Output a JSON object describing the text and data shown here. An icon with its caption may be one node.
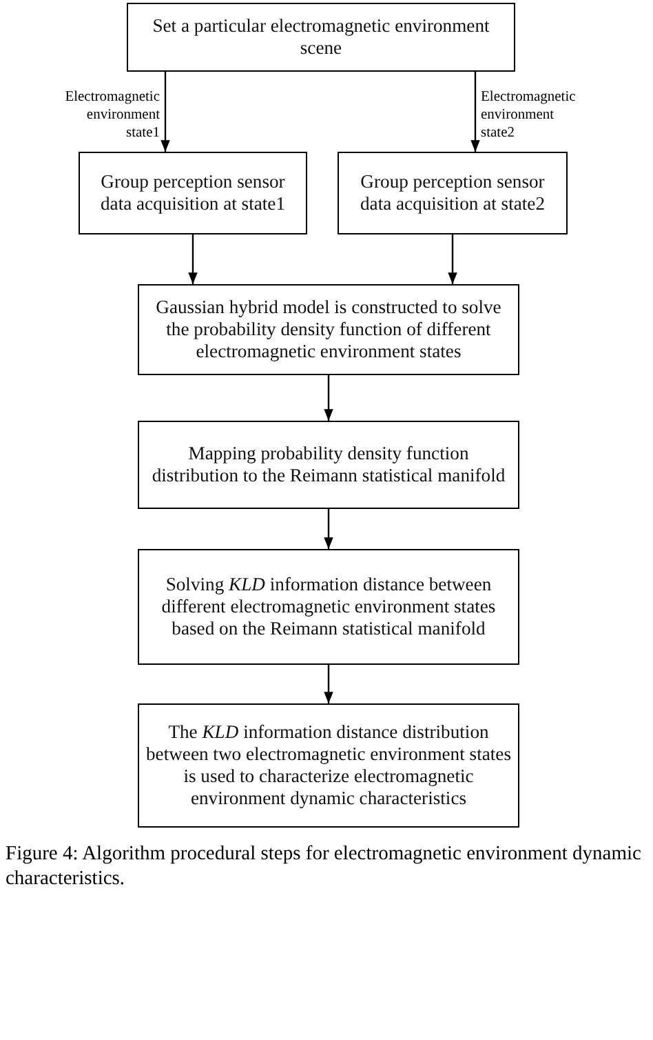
{
  "diagram": {
    "caption": "Figure 4: Algorithm procedural steps for electromagnetic environment dynamic characteristics.",
    "nodes": [
      {
        "text": [
          "Set a particular electromagnetic environment scene"
        ]
      },
      {
        "text": [
          "Group perception sensor data acquisition at state1"
        ]
      },
      {
        "text": [
          "Group perception sensor data acquisition at state2"
        ]
      },
      {
        "text": [
          "Gaussian hybrid model is constructed to solve the probability density function of different electromagnetic environment states"
        ]
      },
      {
        "text": [
          "Mapping probability density function distribution to the Reimann statistical manifold"
        ]
      },
      {
        "text": [
          "Solving *KLD* information distance between different electromagnetic environment states based on the Reimann statistical manifold"
        ]
      },
      {
        "text": [
          "The *KLD* information distance distribution between two electromagnetic environment states is used to characterize electromagnetic environment dynamic characteristics"
        ]
      }
    ],
    "edges": [
      {
        "from": 0,
        "to": 1,
        "arrow": "to",
        "label": "Electromagnetic environment state1"
      },
      {
        "from": 0,
        "to": 2,
        "arrow": "to",
        "label": "Electromagnetic environment state2"
      },
      {
        "from": 1,
        "to": 3,
        "arrow": "to"
      },
      {
        "from": 2,
        "to": 3,
        "arrow": "to"
      },
      {
        "from": 3,
        "to": 4,
        "arrow": "to"
      },
      {
        "from": 4,
        "to": 5,
        "arrow": "to"
      },
      {
        "from": 5,
        "to": 6,
        "arrow": "to"
      }
    ]
  }
}
